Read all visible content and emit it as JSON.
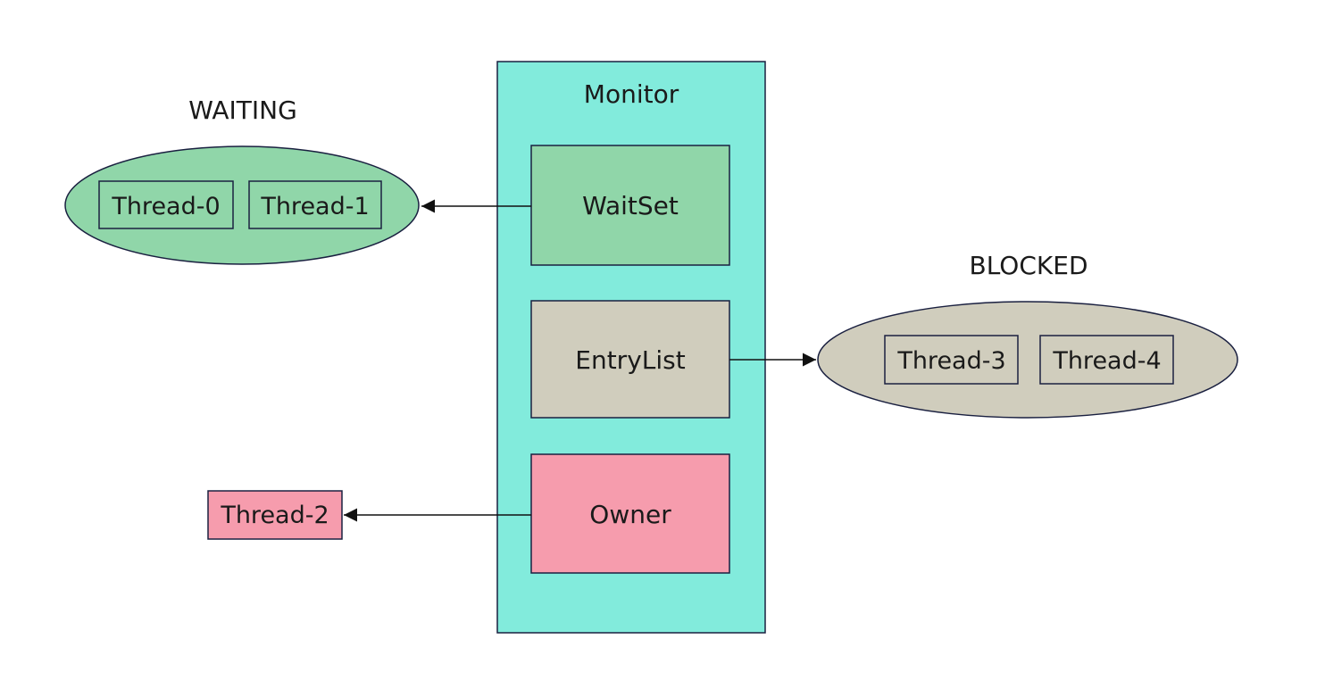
{
  "colors": {
    "monitor_fill": "#82ebdc",
    "waitset_fill": "#90d6a9",
    "entrylist_fill": "#d0cdbd",
    "owner_fill": "#f69cad",
    "stroke": "#1a2040"
  },
  "monitor": {
    "title": "Monitor",
    "waitset": "WaitSet",
    "entrylist": "EntryList",
    "owner": "Owner"
  },
  "waiting": {
    "label": "WAITING",
    "threads": [
      "Thread-0",
      "Thread-1"
    ]
  },
  "blocked": {
    "label": "BLOCKED",
    "threads": [
      "Thread-3",
      "Thread-4"
    ]
  },
  "owner_thread": "Thread-2"
}
